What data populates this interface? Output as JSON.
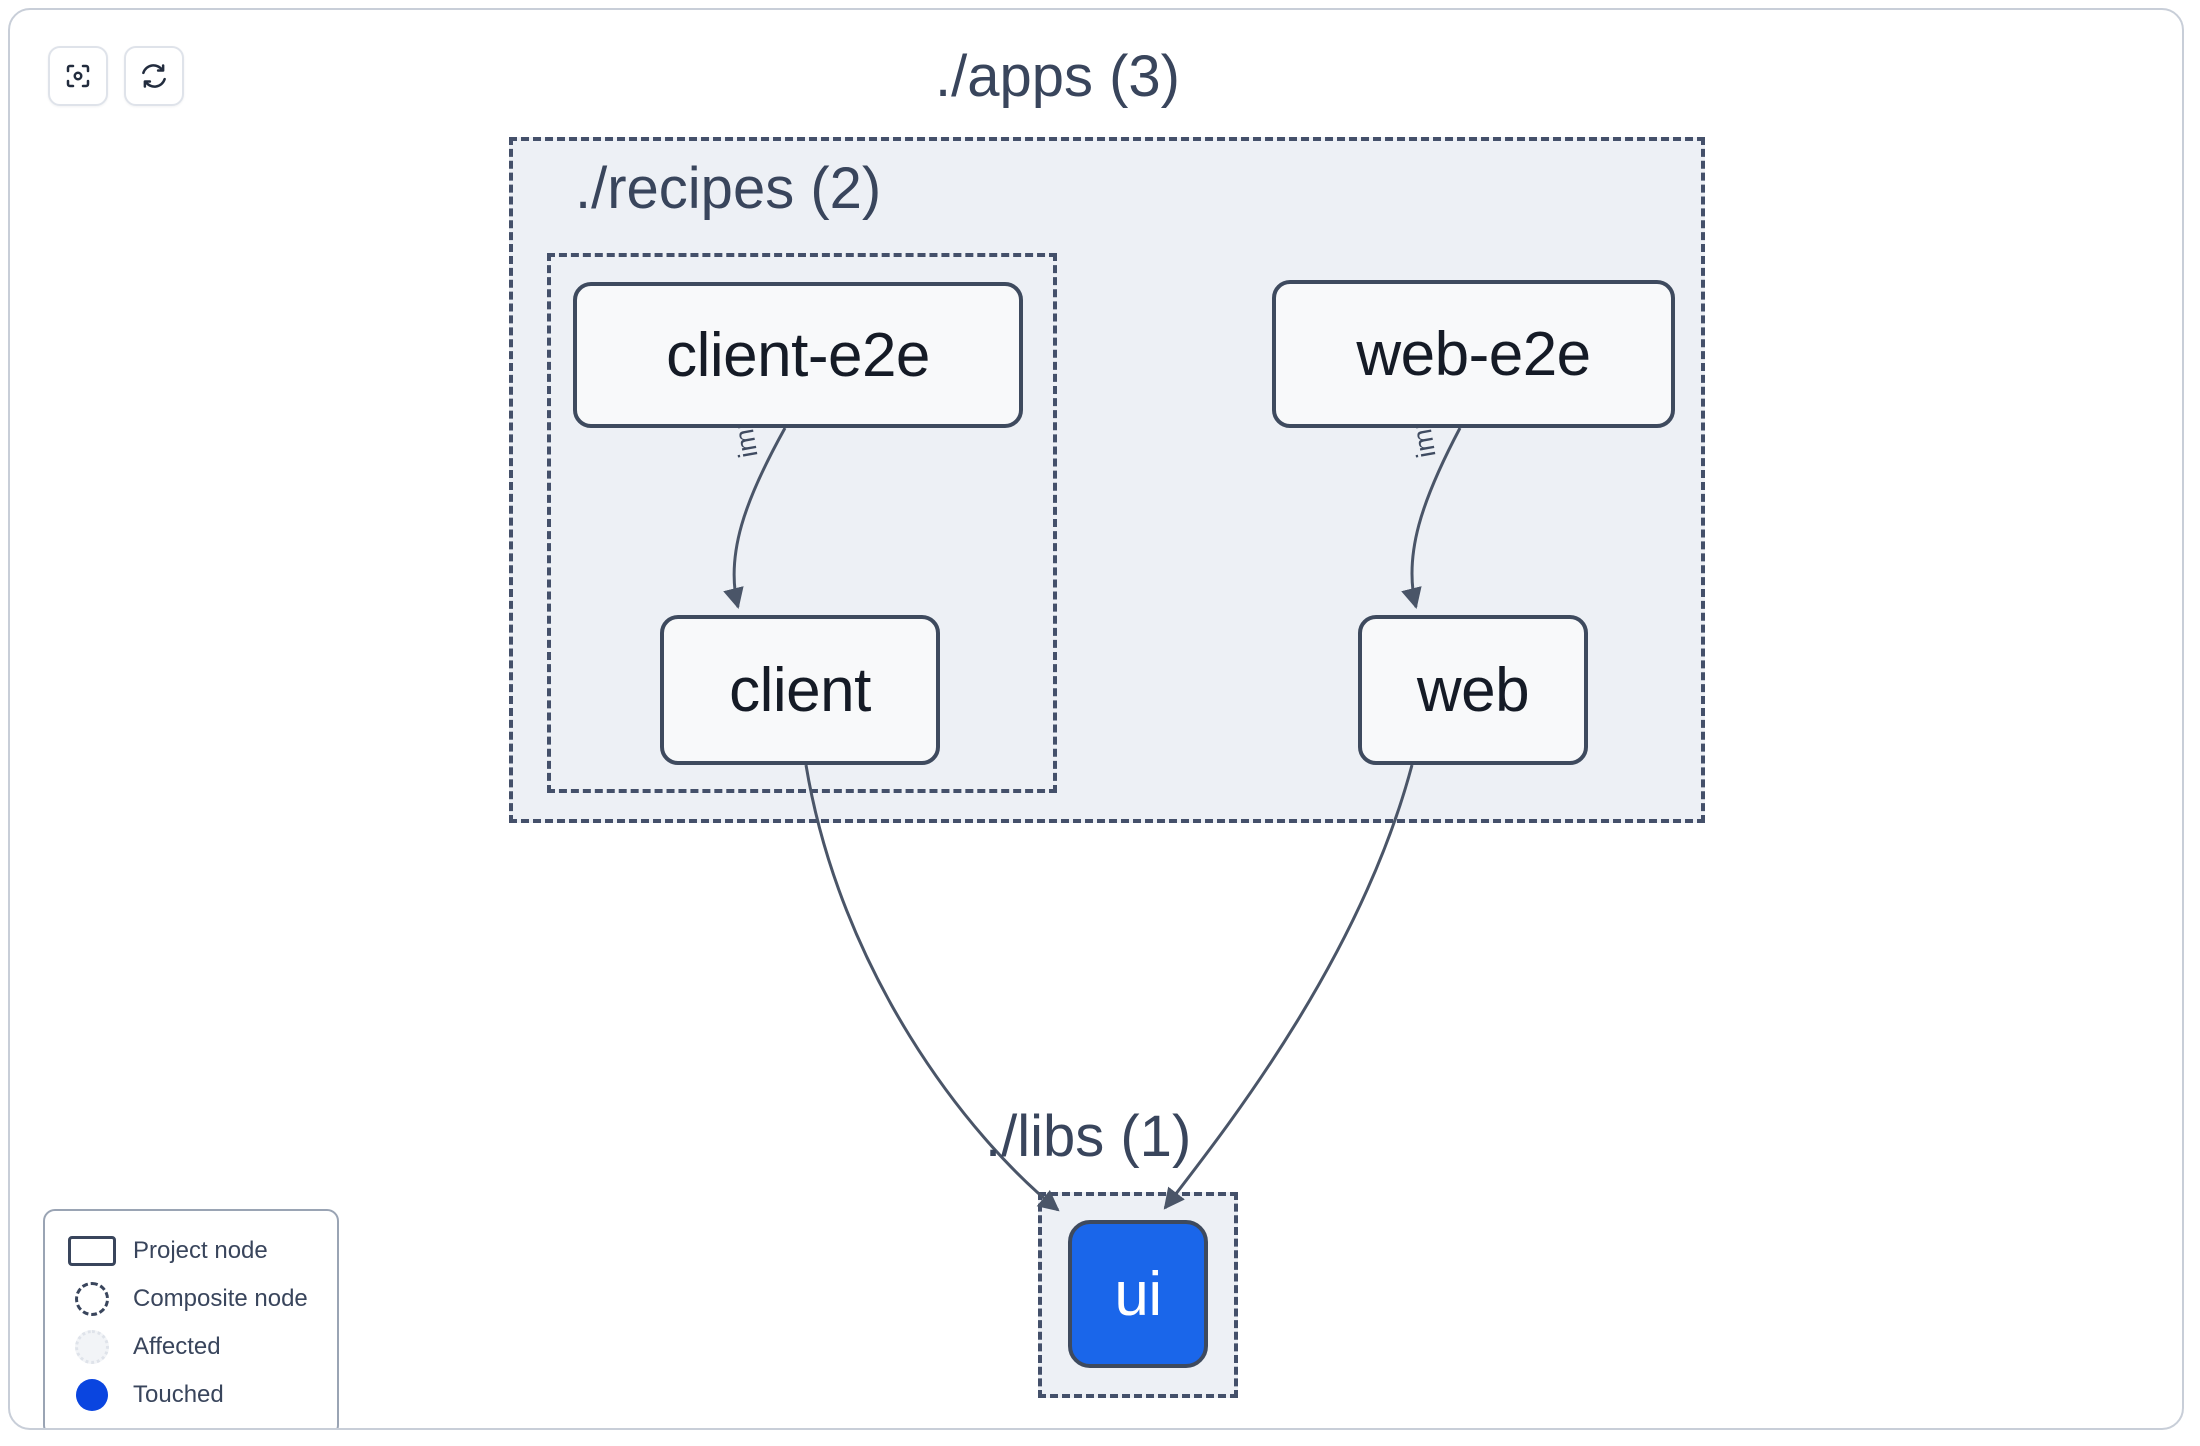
{
  "toolbar": {
    "buttons": [
      {
        "name": "focus-graph-button",
        "icon": "focus-target-icon",
        "label": ""
      },
      {
        "name": "refresh-graph-button",
        "icon": "refresh-icon",
        "label": ""
      }
    ]
  },
  "graph": {
    "groups": [
      {
        "id": "apps",
        "label": "./apps (3)",
        "count": 3
      },
      {
        "id": "recipes",
        "label": "./recipes (2)",
        "count": 2
      },
      {
        "id": "libs",
        "label": "./libs (1)",
        "count": 1
      }
    ],
    "nodes": [
      {
        "id": "client-e2e",
        "label": "client-e2e",
        "group": "recipes",
        "state": "project"
      },
      {
        "id": "client",
        "label": "client",
        "group": "recipes",
        "state": "project"
      },
      {
        "id": "web-e2e",
        "label": "web-e2e",
        "group": "apps",
        "state": "project"
      },
      {
        "id": "web",
        "label": "web",
        "group": "apps",
        "state": "project"
      },
      {
        "id": "ui",
        "label": "ui",
        "group": "libs",
        "state": "touched"
      }
    ],
    "edges": [
      {
        "from": "client-e2e",
        "to": "client",
        "label": "implicit"
      },
      {
        "from": "web-e2e",
        "to": "web",
        "label": "implicit"
      },
      {
        "from": "client",
        "to": "ui",
        "label": ""
      },
      {
        "from": "web",
        "to": "ui",
        "label": ""
      }
    ]
  },
  "legend": {
    "items": [
      {
        "swatch": "project-node-swatch",
        "label": "Project node"
      },
      {
        "swatch": "composite-node-swatch",
        "label": "Composite node"
      },
      {
        "swatch": "affected-swatch",
        "label": "Affected"
      },
      {
        "swatch": "touched-swatch",
        "label": "Touched"
      }
    ]
  },
  "colors": {
    "touched": "#0a45e0",
    "node_touched_fill": "#1a66ea",
    "group_fill": "#edf0f5",
    "group_border": "#44506a",
    "node_border": "#3e4a5e",
    "node_fill": "#f8f9fa",
    "text": "#39455c",
    "edge": "#4a5568"
  }
}
